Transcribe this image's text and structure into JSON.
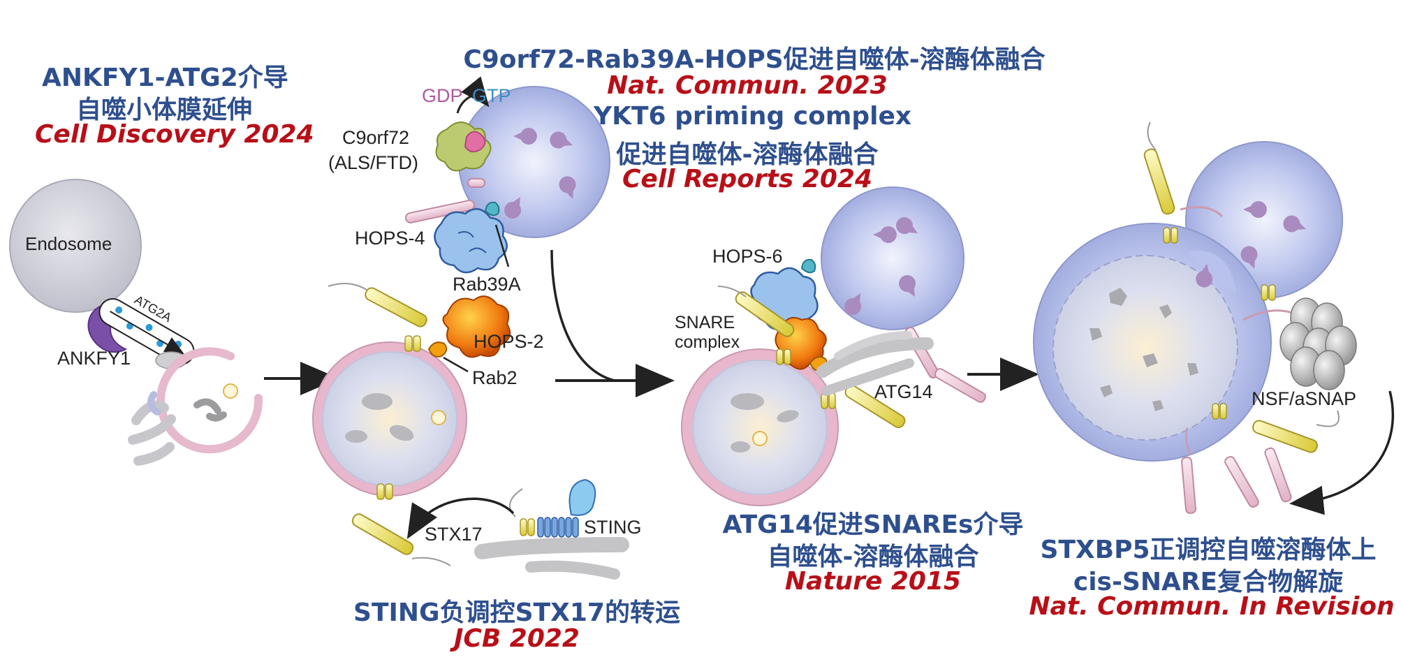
{
  "titles": {
    "ankfy1_line1": "ANKFY1-ATG2介导",
    "ankfy1_line2": "自噬小体膜延伸",
    "ankfy1_ref": "Cell Discovery 2024",
    "c9_title": "C9orf72-Rab39A-HOPS促进自噬体-溶酶体融合",
    "c9_ref": "Nat. Commun. 2023",
    "ykt6_line1": "YKT6 priming complex",
    "ykt6_line2": "促进自噬体-溶酶体融合",
    "ykt6_ref": "Cell Reports 2024",
    "sting_title": "STING负调控STX17的转运",
    "sting_ref": "JCB 2022",
    "atg14_line1": "ATG14促进SNAREs介导",
    "atg14_line2": "自噬体-溶酶体融合",
    "atg14_ref": "Nature 2015",
    "stxbp5_line1": "STXBP5正调控自噬溶酶体上",
    "stxbp5_line2": "cis-SNARE复合物解旋",
    "stxbp5_ref": "Nat. Commun. In Revision"
  },
  "labels": {
    "endosome": "Endosome",
    "atg2a": "ATG2A",
    "ankfy1": "ANKFY1",
    "gdp": "GDP",
    "gtp": "GTP",
    "c9orf72": "C9orf72",
    "als_ftd": "(ALS/FTD)",
    "hops4": "HOPS-4",
    "rab39a": "Rab39A",
    "hops2": "HOPS-2",
    "rab2": "Rab2",
    "stx17": "STX17",
    "sting": "STING",
    "hops6": "HOPS-6",
    "snare_line1": "SNARE",
    "snare_line2": "complex",
    "atg14": "ATG14",
    "nsf": "NSF/aSNAP"
  },
  "colors": {
    "title_blue": "#2e4f8e",
    "ref_red": "#b80f18",
    "lysosome": "#a9b4e2",
    "membrane_pink": "#e6b9cd",
    "snare_yellow": "#efe05a",
    "hops_orange": "#f07a10",
    "hops_blue": "#8fb8e6",
    "er_gray": "#c4c4c6"
  }
}
